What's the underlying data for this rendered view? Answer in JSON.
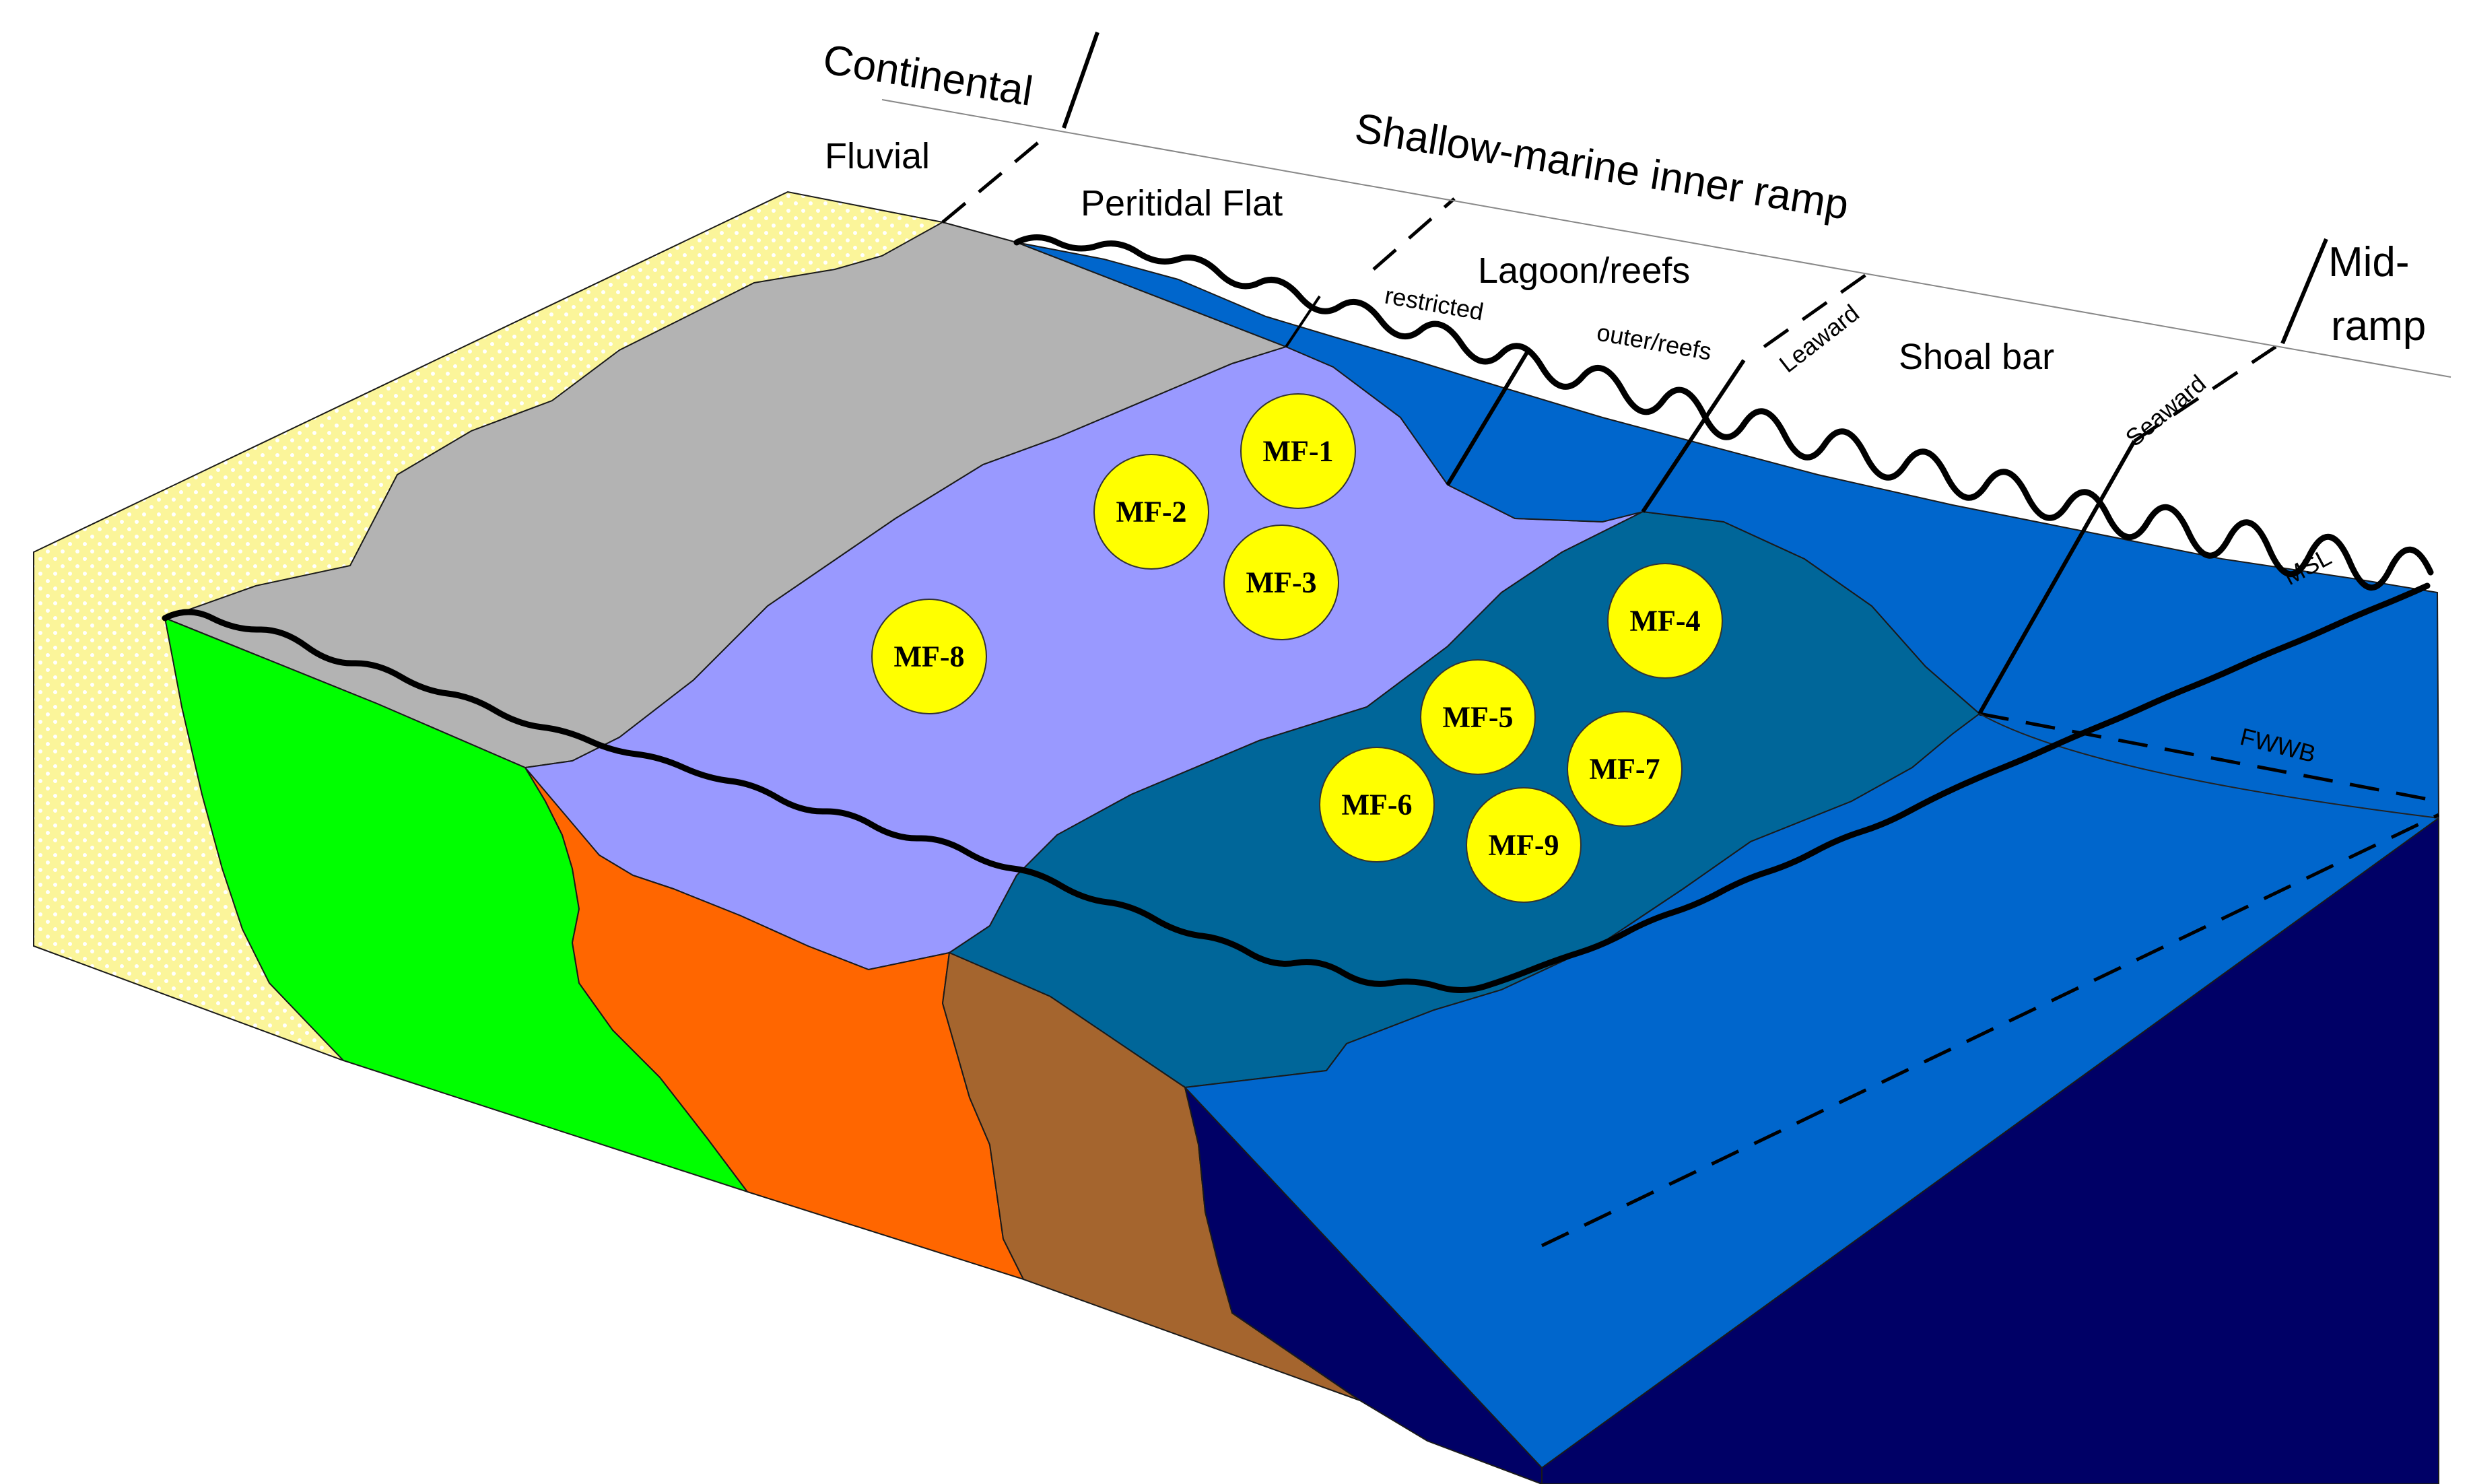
{
  "zones": {
    "continental": "Continental",
    "fluvial": "Fluvial",
    "shallow_marine": "Shallow-marine inner ramp",
    "peritidal": "Peritidal Flat",
    "lagoon": "Lagoon/reefs",
    "restricted": "restricted",
    "outer_reefs": "outer/reefs",
    "leaward": "Leaward",
    "shoal_bar": "Shoal bar",
    "seaward": "Seaward",
    "mid_ramp_1": "Mid-",
    "mid_ramp_2": "ramp",
    "msl": "MSL",
    "fwwb": "FWWB"
  },
  "microfacies": [
    "MF-1",
    "MF-2",
    "MF-3",
    "MF-4",
    "MF-5",
    "MF-6",
    "MF-7",
    "MF-8",
    "MF-9"
  ],
  "colors": {
    "fluvial": "#fbf59a",
    "peritidal": "#b3b3b3",
    "lagoon": "#9999ff",
    "shoal": "#006699",
    "ocean": "#0066cc",
    "block_side": "#000066",
    "green_layer": "#00ff00",
    "orange_layer": "#ff6600",
    "brown_layer": "#a5652e",
    "mf_circle": "#ffff00"
  }
}
